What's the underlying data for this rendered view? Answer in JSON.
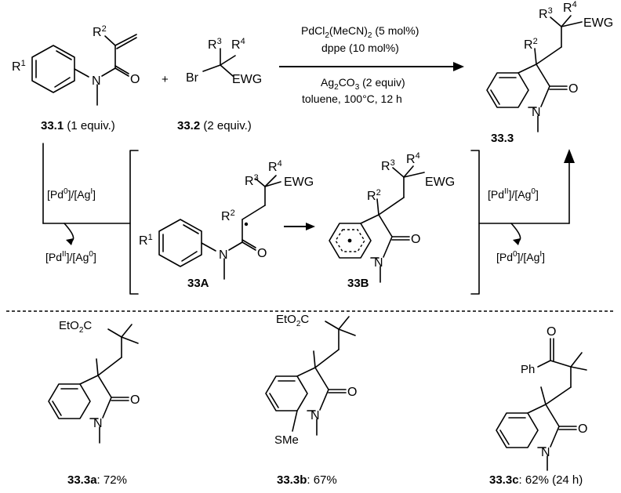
{
  "reaction": {
    "conditions": {
      "catalyst_a": "PdCl",
      "catalyst_a_sub": "2",
      "catalyst_b": "(MeCN)",
      "catalyst_b_sub": "2",
      "catalyst_c": " (5 mol%)",
      "ligand": "dppe (10 mol%)",
      "base_a": "Ag",
      "base_a_sub": "2",
      "base_b": "CO",
      "base_b_sub": "3",
      "base_c": " (2 equiv)",
      "solvent": "toluene, 100°C, 12 h"
    },
    "plus": "+",
    "reagent1": {
      "id": "33.1",
      "note": " (1 equiv.)"
    },
    "reagent2": {
      "id": "33.2",
      "note": " (2 equiv.)"
    },
    "product": {
      "id": "33.3"
    }
  },
  "atoms": {
    "R": "R",
    "sup1": "1",
    "sup2": "2",
    "sup3": "3",
    "sup4": "4",
    "N": "N",
    "O": "O",
    "Br": "Br",
    "EWG": "EWG"
  },
  "mechanism": {
    "left_top_a": "[Pd",
    "left_top_sup1": "0",
    "left_top_b": "]/[Ag",
    "left_top_sup2": "I",
    "left_top_c": "]",
    "left_bot_a": "[Pd",
    "left_bot_sup1": "II",
    "left_bot_b": "]/[Ag",
    "left_bot_sup2": "0",
    "left_bot_c": "]",
    "right_top_a": "[Pd",
    "right_top_sup1": "II",
    "right_top_b": "]/[Ag",
    "right_top_sup2": "0",
    "right_top_c": "]",
    "right_bot_a": "[Pd",
    "right_bot_sup1": "0",
    "right_bot_b": "]/[Ag",
    "right_bot_sup2": "I",
    "right_bot_c": "]",
    "int_a": "33A",
    "int_b": "33B"
  },
  "examples": [
    {
      "id": "33.3a",
      "yield": ": 72%",
      "group": "EtO",
      "group_sub": "2",
      "group_tail": "C"
    },
    {
      "id": "33.3b",
      "yield": ": 67%",
      "group": "EtO",
      "group_sub": "2",
      "group_tail": "C",
      "subst": "SMe"
    },
    {
      "id": "33.3c",
      "yield": ": 62% (24 h)",
      "group": "Ph"
    }
  ]
}
